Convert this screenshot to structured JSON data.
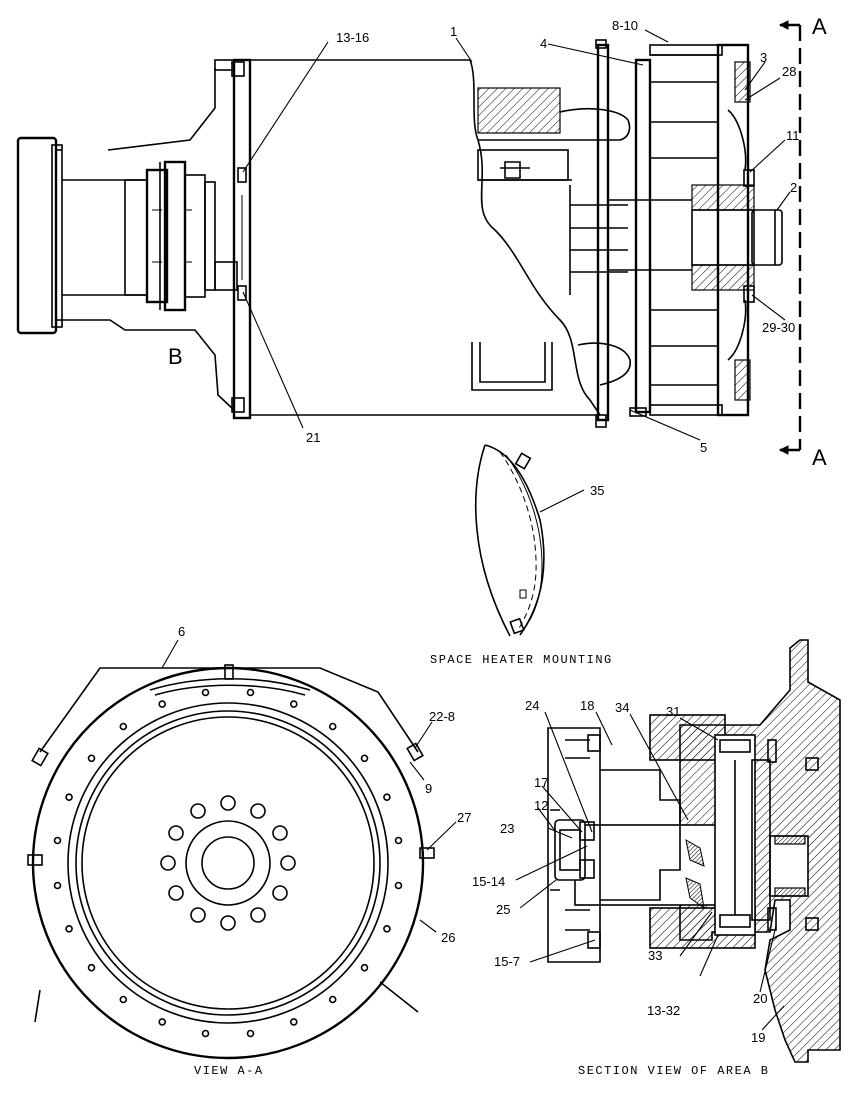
{
  "callouts": {
    "c_13_16": "13-16",
    "c_1": "1",
    "c_4": "4",
    "c_8_10": "8-10",
    "c_3": "3",
    "c_28": "28",
    "c_11": "11",
    "c_2": "2",
    "c_29_30": "29-30",
    "c_21": "21",
    "c_5": "5",
    "c_35": "35",
    "c_6": "6",
    "c_22_8": "22-8",
    "c_9": "9",
    "c_27": "27",
    "c_26": "26",
    "c_24": "24",
    "c_18": "18",
    "c_34": "34",
    "c_31": "31",
    "c_17": "17",
    "c_12": "12",
    "c_23": "23",
    "c_15_14": "15-14",
    "c_25": "25",
    "c_15_7": "15-7",
    "c_33": "33",
    "c_13_32": "13-32",
    "c_20": "20",
    "c_19": "19"
  },
  "section_markers": {
    "a_top": "A",
    "a_bottom": "A",
    "b": "B"
  },
  "captions": {
    "space_heater": "SPACE HEATER MOUNTING",
    "view_aa": "VIEW A-A",
    "section_b": "SECTION VIEW OF AREA B"
  }
}
